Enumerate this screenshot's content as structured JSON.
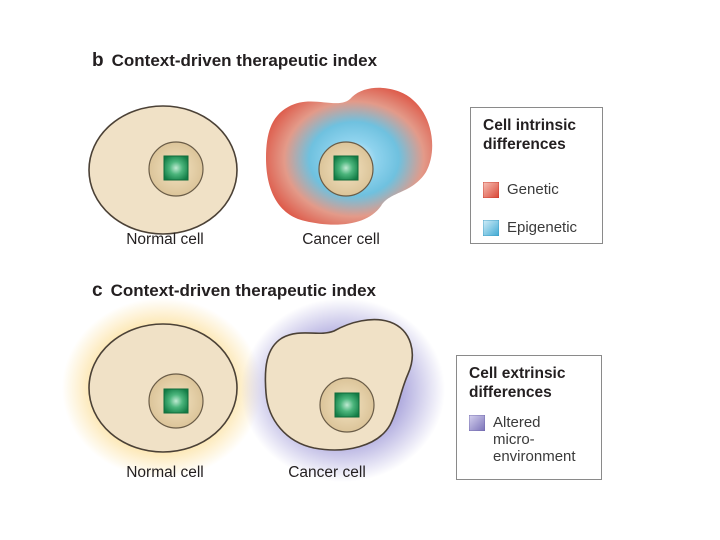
{
  "panel_b": {
    "letter": "b",
    "title": "Context-driven therapeutic index",
    "normal_label": "Normal cell",
    "cancer_label": "Cancer cell",
    "legend": {
      "title_line1": "Cell intrinsic",
      "title_line2": "differences",
      "items": [
        {
          "label": "Genetic",
          "color": "#e2554a"
        },
        {
          "label": "Epigenetic",
          "color": "#5bbfe0"
        }
      ]
    }
  },
  "panel_c": {
    "letter": "c",
    "title": "Context-driven therapeutic index",
    "normal_label": "Normal cell",
    "cancer_label": "Cancer cell",
    "legend": {
      "title_line1": "Cell extrinsic",
      "title_line2": "differences",
      "item_line1": "Altered",
      "item_line2": "micro-",
      "item_line3": "environment",
      "item_color": "#8c85c2"
    }
  },
  "colors": {
    "cell_fill": "#f0e1c6",
    "cell_stroke": "#4b4136",
    "nucleus_fill": "#e6d1a6",
    "nucleus_stroke": "#6a5c47",
    "target_core": "#1d8f52",
    "normal_halo": "#fbd987",
    "cancer_halo": "#b2aee0"
  }
}
